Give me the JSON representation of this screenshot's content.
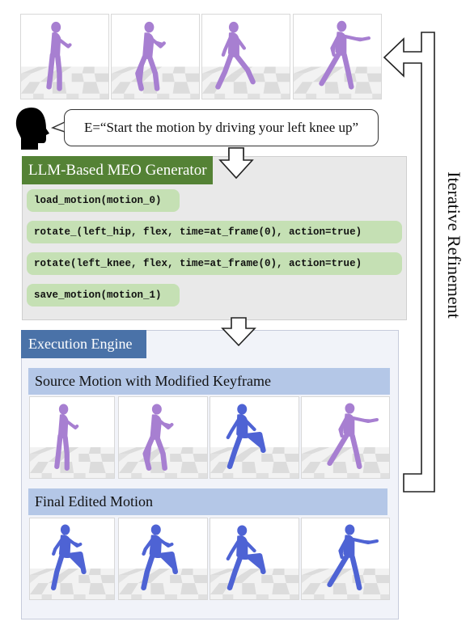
{
  "instruction": {
    "text": "E=“Start the motion by driving your left knee up”",
    "icon": "speaking-head-icon"
  },
  "meo_generator": {
    "title": "LLM-Based MEO Generator",
    "accent_color": "#548235",
    "code_color": "#c5e0b4",
    "lines": [
      "load_motion(motion_0)",
      "rotate_(left_hip, flex, time=at_frame(0), action=true)",
      "rotate(left_knee, flex, time=at_frame(0), action=true)",
      "save_motion(motion_1)"
    ]
  },
  "execution_engine": {
    "title": "Execution Engine",
    "accent_color": "#4a72a8",
    "subheader_color": "#b4c7e7",
    "source_title": "Source Motion with Modified Keyframe",
    "final_title": "Final Edited Motion"
  },
  "side_label": "Iterative Refinement",
  "colors": {
    "source_figure": "#a77fd1",
    "edited_figure": "#4e63d4",
    "floor_light": "#f3f3f3",
    "floor_dark": "#d9d9d9"
  }
}
